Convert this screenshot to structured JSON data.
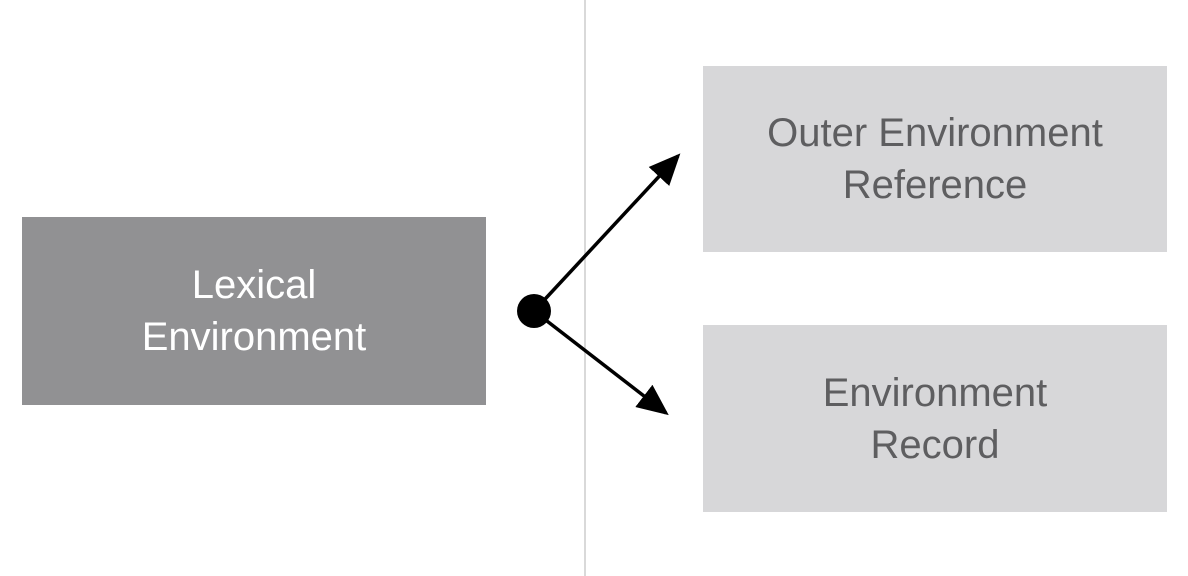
{
  "diagram": {
    "lexical_environment": {
      "label": "Lexical\nEnvironment"
    },
    "outer_environment_reference": {
      "label": "Outer Environment\nReference"
    },
    "environment_record": {
      "label": "Environment\nRecord"
    }
  },
  "colors": {
    "lexical_box": "#919193",
    "component_box": "#d7d7d9",
    "component_text": "#5e5e60",
    "arrow": "#000000",
    "divider": "#d9d9d9"
  }
}
